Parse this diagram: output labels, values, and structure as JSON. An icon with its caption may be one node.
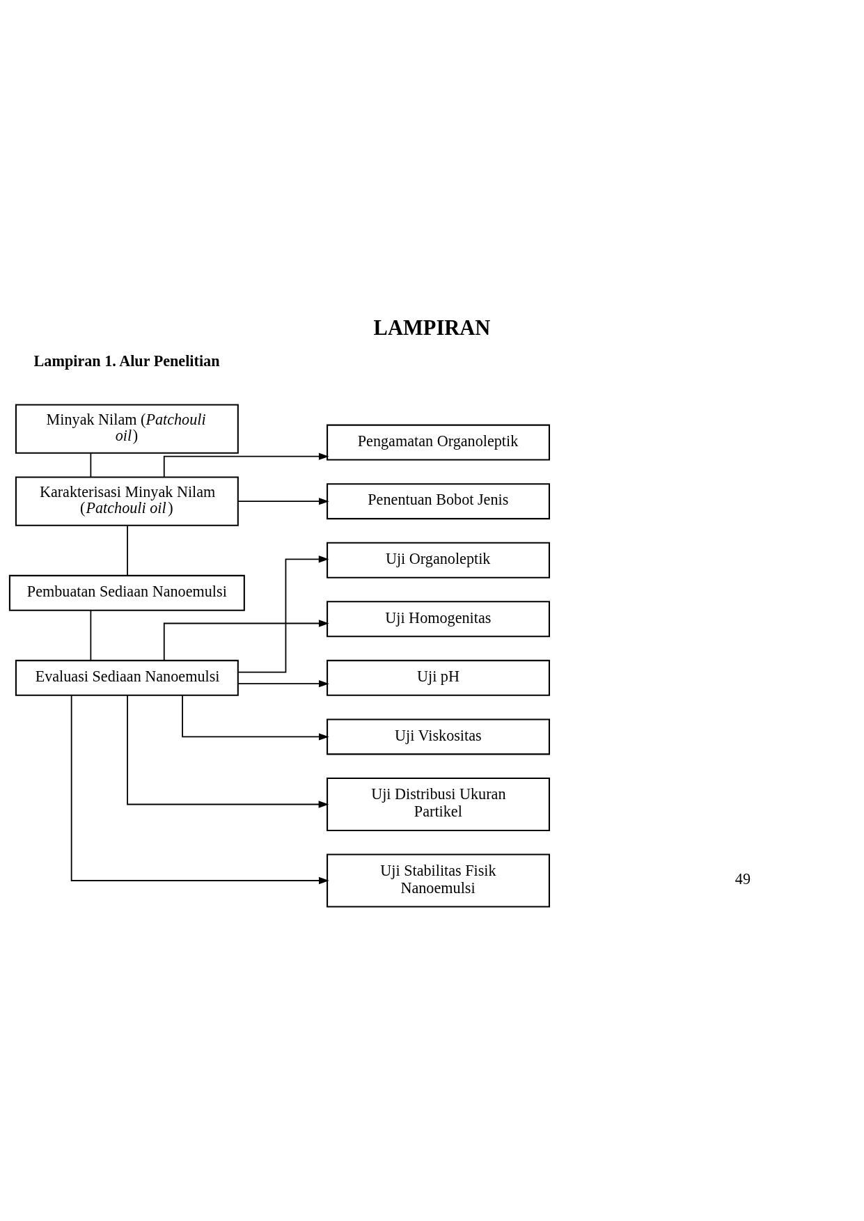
{
  "diagram": {
    "title": "LAMPIRAN",
    "nodes": [
      {
        "text": [
          "Minyak Nilam (*Patchouli oil*)"
        ]
      },
      {
        "text": [
          "Karakterisasi Minyak Nilam (*Patchouli oil*)"
        ]
      },
      {
        "text": [
          "Pengamatan Organoleptik"
        ]
      },
      {
        "text": [
          "Penentuan Bobot Jenis"
        ]
      },
      {
        "text": [
          "Pembuatan Sediaan Nanoemulsi"
        ]
      },
      {
        "text": [
          "Evaluasi Sediaan Nanoemulsi"
        ]
      },
      {
        "text": [
          "Uji Organoleptik"
        ]
      },
      {
        "text": [
          "Uji Homogenitas"
        ]
      },
      {
        "text": [
          "Uji pH"
        ]
      },
      {
        "text": [
          "Uji Viskositas"
        ]
      },
      {
        "text": [
          "Uji Distribusi Ukuran Partikel"
        ]
      },
      {
        "text": [
          "Uji Stabilitas Fisik Nanoemulsi"
        ]
      }
    ],
    "edges": [
      {
        "from": 0,
        "to": 1,
        "arrow": "none"
      },
      {
        "from": 1,
        "to": 2,
        "arrow": "to"
      },
      {
        "from": 1,
        "to": 3,
        "arrow": "to"
      },
      {
        "from": 1,
        "to": 4,
        "arrow": "none"
      },
      {
        "from": 4,
        "to": 5,
        "arrow": "none"
      },
      {
        "from": 5,
        "to": 6,
        "arrow": "to"
      },
      {
        "from": 5,
        "to": 7,
        "arrow": "to"
      },
      {
        "from": 5,
        "to": 8,
        "arrow": "to"
      },
      {
        "from": 5,
        "to": 9,
        "arrow": "to"
      },
      {
        "from": 5,
        "to": 10,
        "arrow": "to"
      },
      {
        "from": 5,
        "to": 11,
        "arrow": "to"
      }
    ],
    "labels": [
      "Lampiran 1. Alur Penelitian",
      "49"
    ]
  }
}
